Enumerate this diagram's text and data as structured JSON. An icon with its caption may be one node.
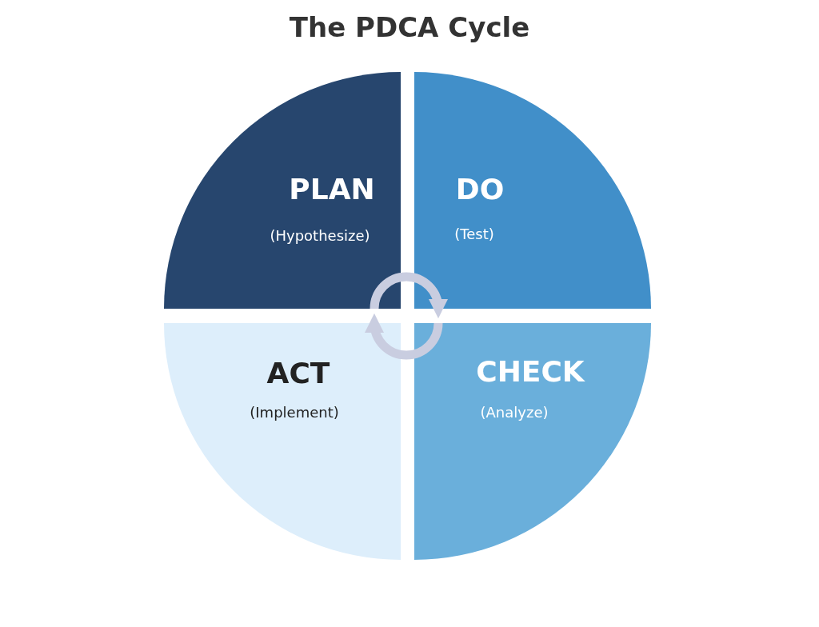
{
  "diagram": {
    "title": "The PDCA Cycle",
    "nodes": [
      {
        "text": [
          "PLAN",
          "(Hypothesize)"
        ]
      },
      {
        "text": [
          "DO",
          "(Test)"
        ]
      },
      {
        "text": [
          "ACT",
          "(Implement)"
        ]
      },
      {
        "text": [
          "CHECK",
          "(Analyze)"
        ]
      }
    ],
    "edges": [
      {
        "from": 0,
        "to": 1,
        "arrow": "to"
      },
      {
        "from": 3,
        "to": 2,
        "arrow": "to"
      }
    ]
  }
}
